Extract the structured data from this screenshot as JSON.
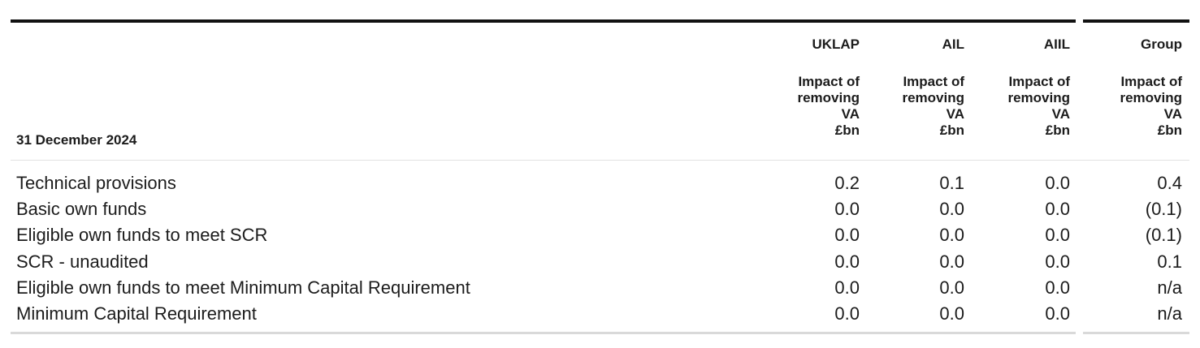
{
  "table": {
    "date_label": "31 December 2024",
    "columns": [
      {
        "entity": "UKLAP",
        "measure": [
          "Impact of",
          "removing",
          "VA",
          "£bn"
        ]
      },
      {
        "entity": "AIL",
        "measure": [
          "Impact of",
          "removing",
          "VA",
          "£bn"
        ]
      },
      {
        "entity": "AIIL",
        "measure": [
          "Impact of",
          "removing",
          "VA",
          "£bn"
        ]
      },
      {
        "entity": "Group",
        "measure": [
          "Impact of",
          "removing",
          "VA",
          "£bn"
        ]
      }
    ],
    "rows": [
      {
        "label": "Technical provisions",
        "values": [
          "0.2",
          "0.1",
          "0.0",
          "0.4"
        ]
      },
      {
        "label": "Basic own funds",
        "values": [
          "0.0",
          "0.0",
          "0.0",
          "(0.1)"
        ]
      },
      {
        "label": "Eligible own funds to meet SCR",
        "values": [
          "0.0",
          "0.0",
          "0.0",
          "(0.1)"
        ]
      },
      {
        "label": "SCR - unaudited",
        "values": [
          "0.0",
          "0.0",
          "0.0",
          "0.1"
        ]
      },
      {
        "label": "Eligible own funds to meet Minimum Capital Requirement",
        "values": [
          "0.0",
          "0.0",
          "0.0",
          "n/a"
        ]
      },
      {
        "label": "Minimum Capital Requirement",
        "values": [
          "0.0",
          "0.0",
          "0.0",
          "n/a"
        ]
      }
    ]
  }
}
